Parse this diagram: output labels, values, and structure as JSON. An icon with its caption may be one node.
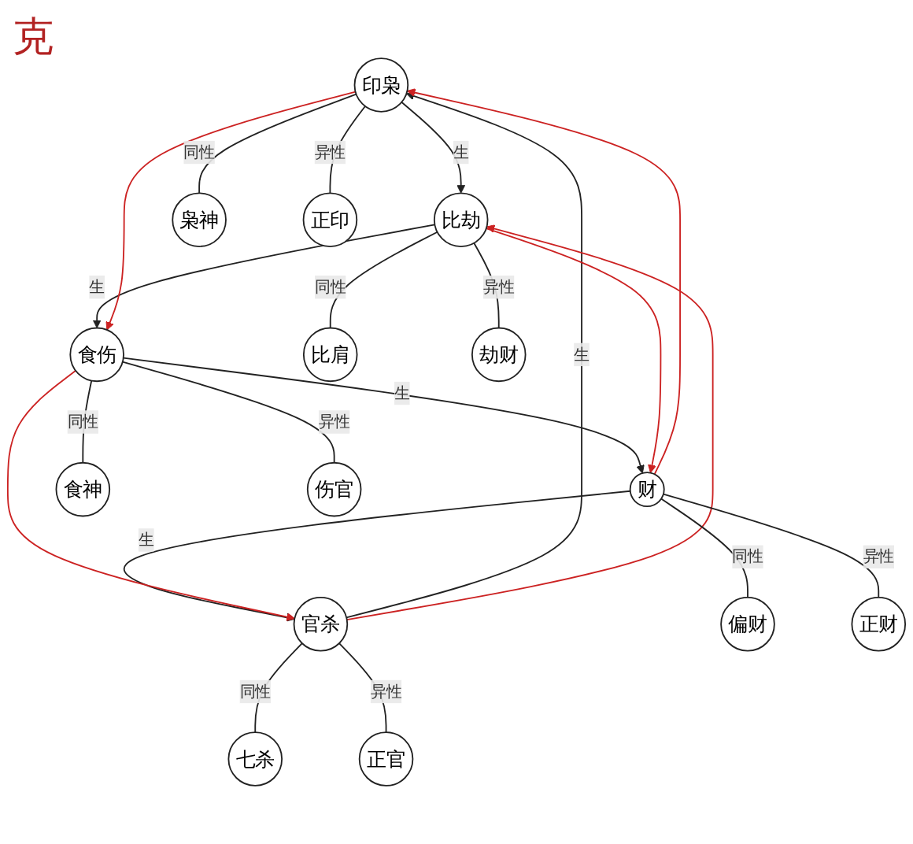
{
  "diagram": {
    "nodes": [
      {
        "text": [
          "印枭"
        ]
      },
      {
        "text": [
          "比劫"
        ]
      },
      {
        "text": [
          "食伤"
        ]
      },
      {
        "text": [
          "财"
        ]
      },
      {
        "text": [
          "官杀"
        ]
      },
      {
        "text": [
          "枭神"
        ]
      },
      {
        "text": [
          "正印"
        ]
      },
      {
        "text": [
          "比肩"
        ]
      },
      {
        "text": [
          "劫财"
        ]
      },
      {
        "text": [
          "食神"
        ]
      },
      {
        "text": [
          "伤官"
        ]
      },
      {
        "text": [
          "偏财"
        ]
      },
      {
        "text": [
          "正财"
        ]
      },
      {
        "text": [
          "七杀"
        ]
      },
      {
        "text": [
          "正官"
        ]
      }
    ],
    "edges": [
      {
        "from": 4,
        "to": 0,
        "arrow": "to",
        "label": "生"
      },
      {
        "from": 0,
        "to": 1,
        "arrow": "to",
        "label": "生"
      },
      {
        "from": 1,
        "to": 2,
        "arrow": "to",
        "label": "生"
      },
      {
        "from": 2,
        "to": 3,
        "arrow": "to",
        "label": "生"
      },
      {
        "from": 3,
        "to": 4,
        "arrow": "to",
        "label": "生"
      },
      {
        "from": 4,
        "to": 1,
        "arrow": "to",
        "color": "#cc2222"
      },
      {
        "from": 1,
        "to": 3,
        "arrow": "to",
        "color": "#cc2222"
      },
      {
        "from": 3,
        "to": 0,
        "arrow": "to",
        "color": "#cc2222"
      },
      {
        "from": 0,
        "to": 2,
        "arrow": "to",
        "color": "#cc2222"
      },
      {
        "from": 2,
        "to": 4,
        "arrow": "to",
        "color": "#cc2222"
      },
      {
        "from": 0,
        "to": 5,
        "arrow": "none",
        "label": "同性"
      },
      {
        "from": 0,
        "to": 6,
        "arrow": "none",
        "label": "异性"
      },
      {
        "from": 1,
        "to": 7,
        "arrow": "none",
        "label": "同性"
      },
      {
        "from": 1,
        "to": 8,
        "arrow": "none",
        "label": "异性"
      },
      {
        "from": 2,
        "to": 9,
        "arrow": "none",
        "label": "同性"
      },
      {
        "from": 2,
        "to": 10,
        "arrow": "none",
        "label": "异性"
      },
      {
        "from": 3,
        "to": 11,
        "arrow": "none",
        "label": "同性"
      },
      {
        "from": 3,
        "to": 12,
        "arrow": "none",
        "label": "异性"
      },
      {
        "from": 4,
        "to": 13,
        "arrow": "none",
        "label": "同性"
      },
      {
        "from": 4,
        "to": 14,
        "arrow": "none",
        "label": "异性"
      }
    ],
    "labels": [
      "克"
    ]
  }
}
